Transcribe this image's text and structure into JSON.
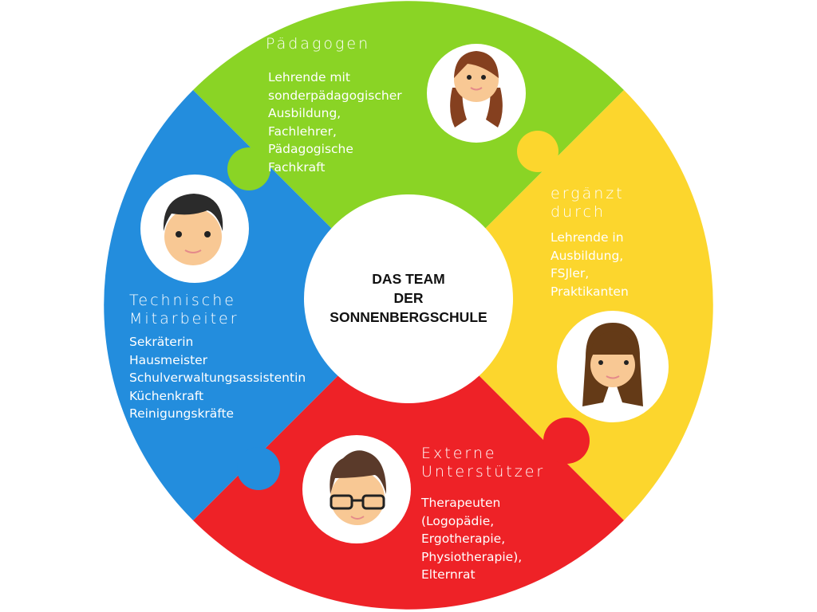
{
  "center_title": [
    "DAS TEAM",
    "DER",
    "SONNENBERGSCHULE"
  ],
  "colors": {
    "green": "#8ad425",
    "yellow": "#fcd62d",
    "red": "#ee2227",
    "blue": "#238ddd"
  },
  "segments": [
    {
      "id": "paedagogen",
      "title": [
        "Pädagogen"
      ],
      "body": [
        "Lehrende mit",
        "sonderpädagogischer",
        "Ausbildung,",
        "Fachlehrer,",
        "Pädagogische",
        "Fachkraft"
      ]
    },
    {
      "id": "ergaenzt",
      "title": [
        "ergänzt",
        "durch"
      ],
      "body": [
        "Lehrende in",
        "Ausbildung,",
        "FSJler,",
        "Praktikanten"
      ]
    },
    {
      "id": "extern",
      "title": [
        "Externe",
        "Unterstützer"
      ],
      "body": [
        "Therapeuten",
        "(Logopädie,",
        "Ergotherapie,",
        "Physiotherapie),",
        "Elternrat"
      ]
    },
    {
      "id": "technik",
      "title": [
        "Technische",
        "Mitarbeiter"
      ],
      "body": [
        "Sekräterin",
        "Hausmeister",
        "Schulverwaltungsassistentin",
        "Küchenkraft",
        "Reinigungskräfte"
      ]
    }
  ]
}
